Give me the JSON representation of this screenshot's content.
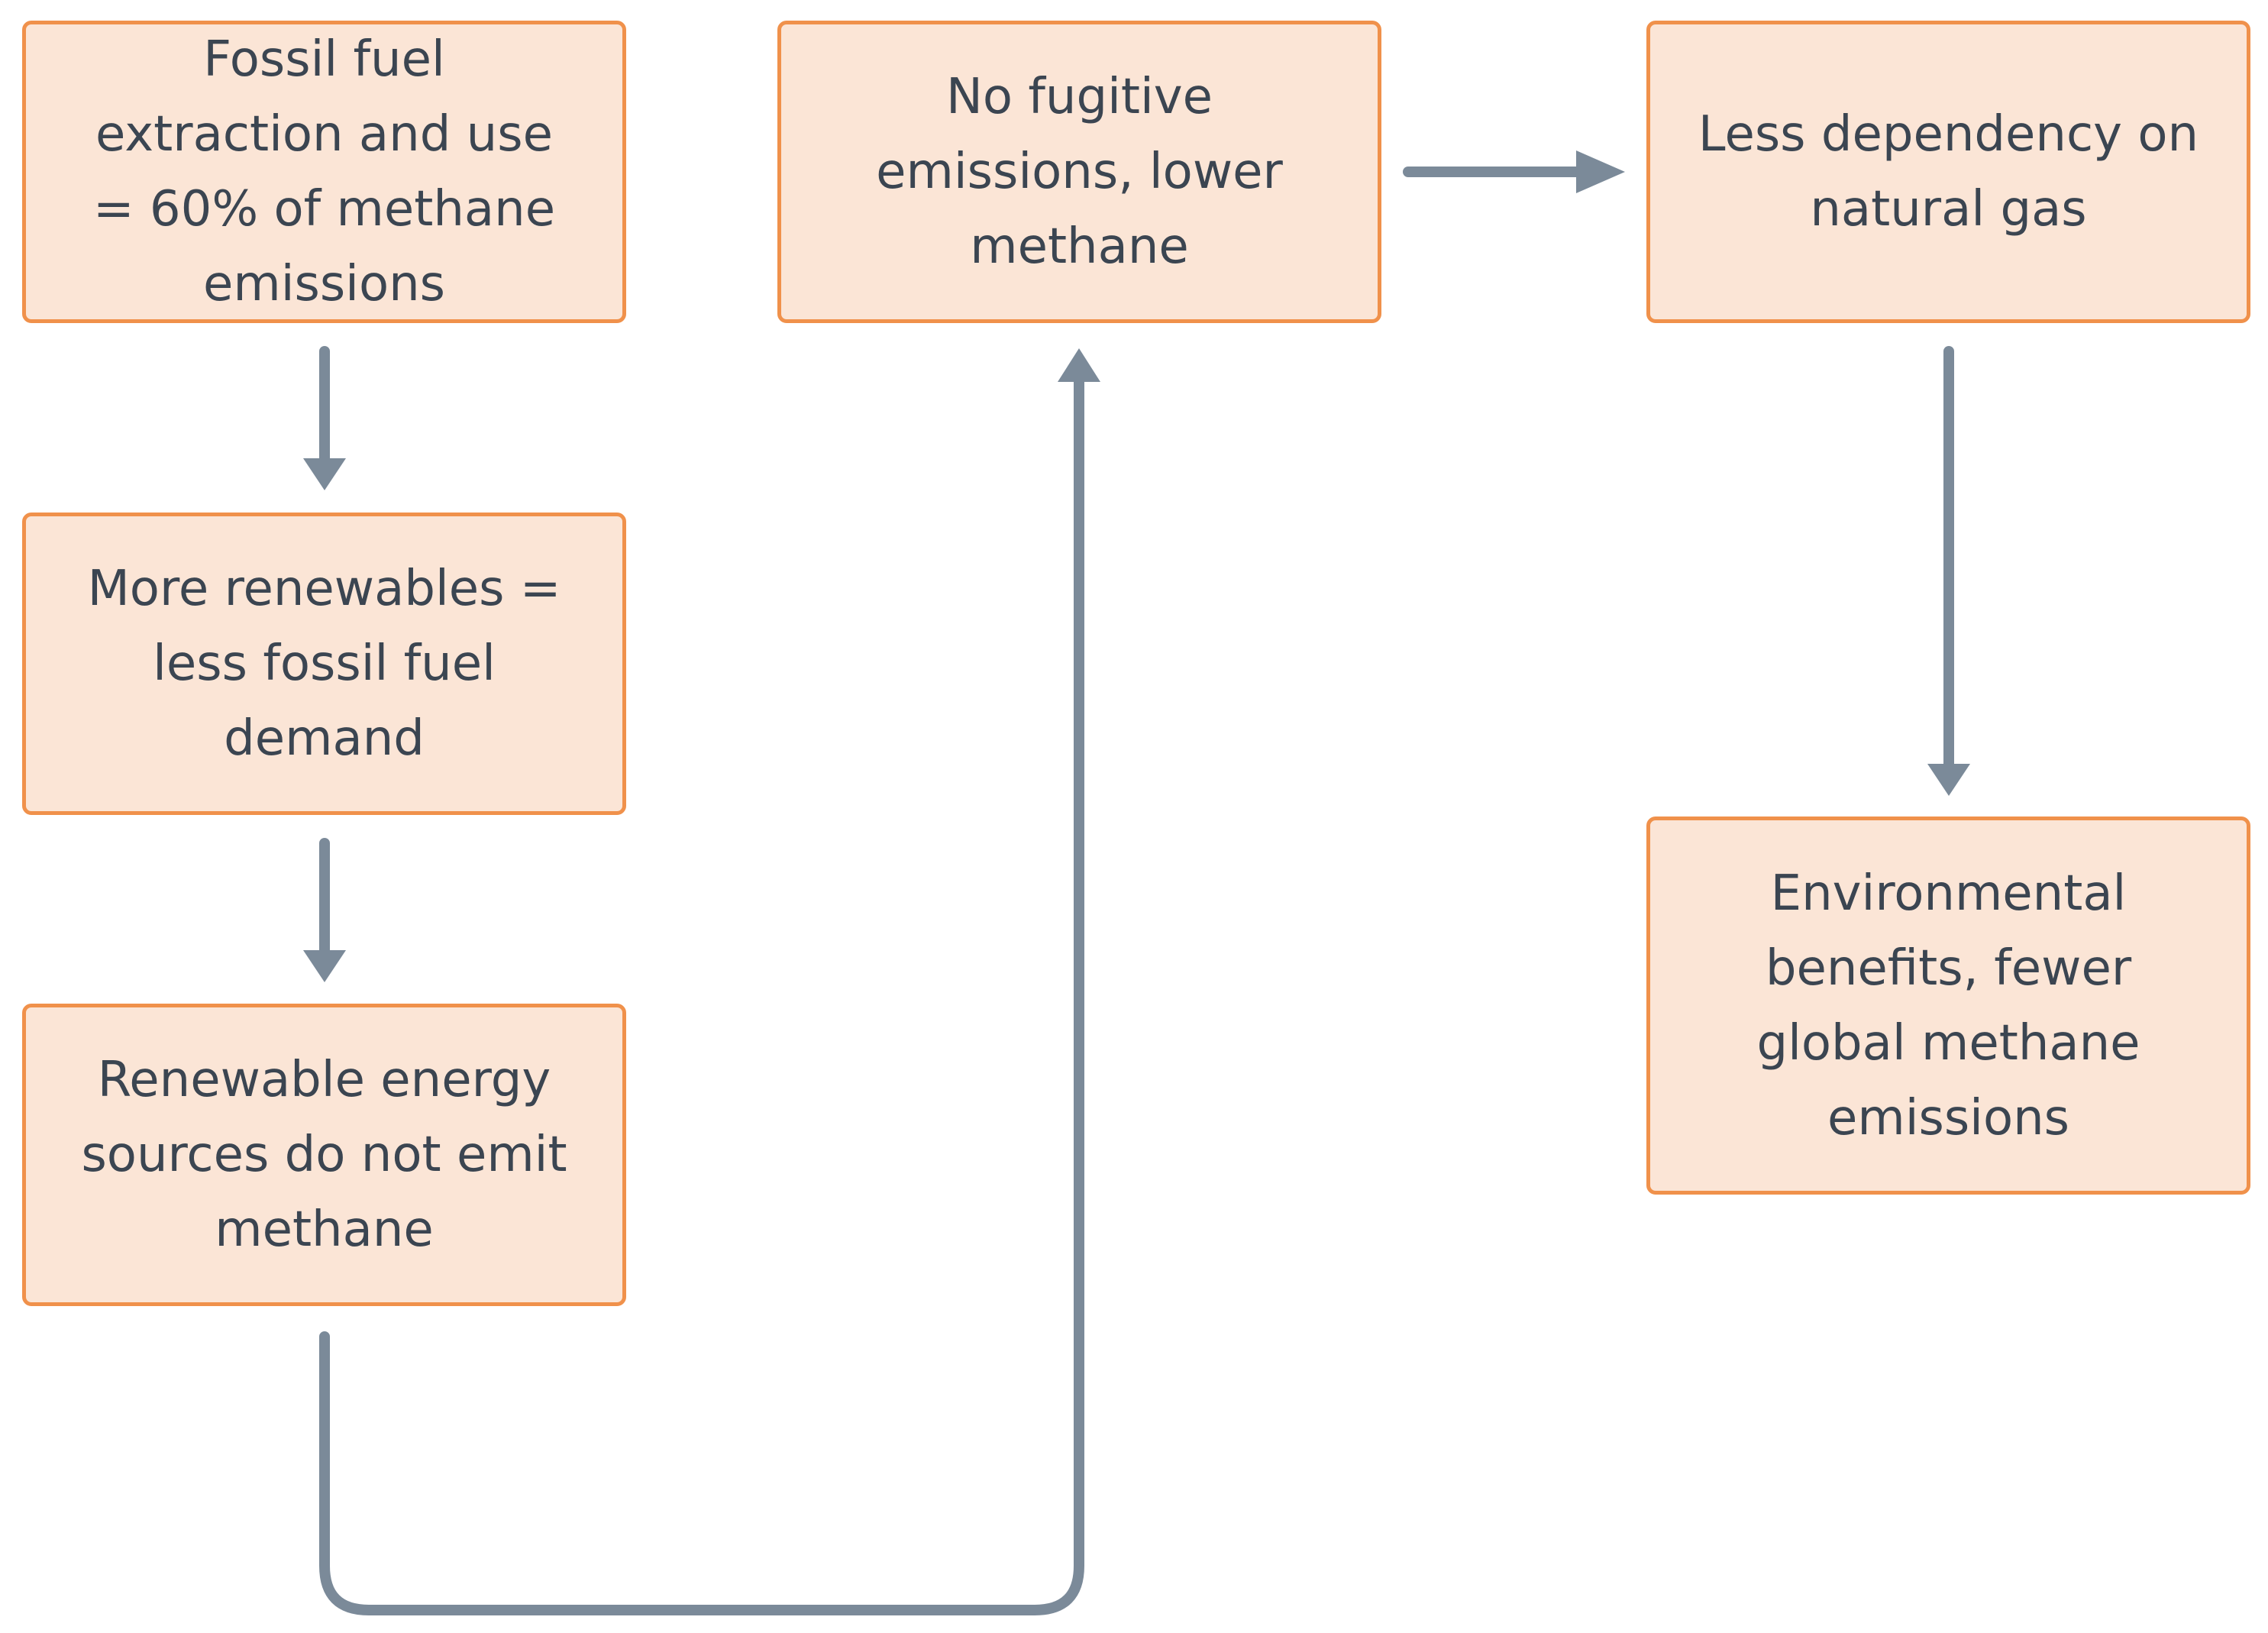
{
  "nodes": [
    {
      "id": "b1",
      "text": "Fossil fuel extraction and use = 60% of methane emissions"
    },
    {
      "id": "b2",
      "text": "More renewables = less fossil fuel demand"
    },
    {
      "id": "b3",
      "text": "Renewable energy sources do not emit methane"
    },
    {
      "id": "b4",
      "text": "No fugitive emissions, lower methane"
    },
    {
      "id": "b5",
      "text": "Less dependency on natural gas"
    },
    {
      "id": "b6",
      "text": "Environmental benefits, fewer global methane emissions"
    }
  ],
  "edges": [
    {
      "from": "b1",
      "to": "b2"
    },
    {
      "from": "b2",
      "to": "b3"
    },
    {
      "from": "b3",
      "to": "b4"
    },
    {
      "from": "b4",
      "to": "b5"
    },
    {
      "from": "b5",
      "to": "b6"
    }
  ],
  "colors": {
    "box_fill": "#fbe5d6",
    "box_border": "#f0914b",
    "text": "#3b4551",
    "arrow": "#7b8a99"
  }
}
